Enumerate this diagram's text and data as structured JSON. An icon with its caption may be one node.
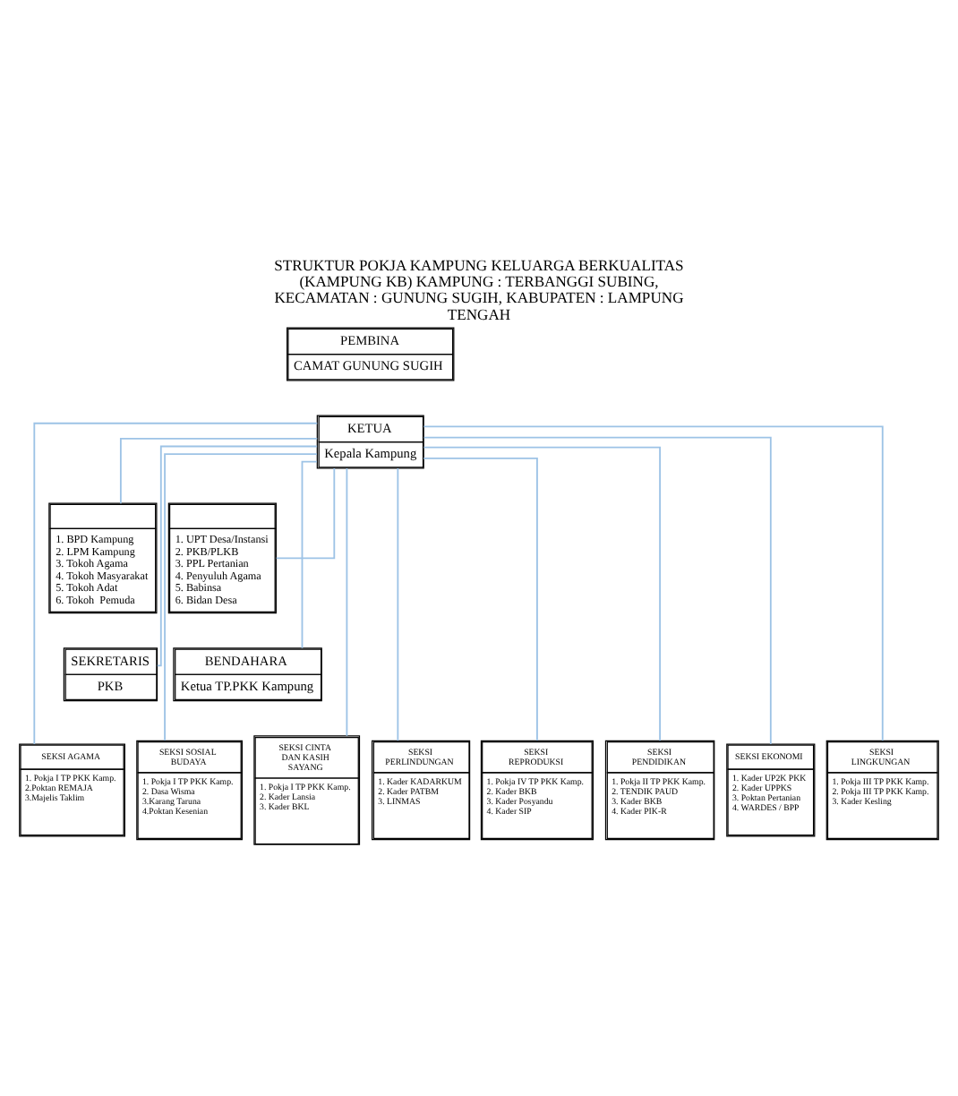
{
  "diagram": {
    "title": "STRUKTUR POKJA KAMPUNG KELUARGA BERKUALITAS (KAMPUNG KB) KAMPUNG : TERBANGGI SUBING, KECAMATAN : GUNUNG SUGIH, KABUPATEN : LAMPUNG TENGAH",
    "nodes": [
      {
        "text": [
          "PEMBINA",
          "CAMAT GUNUNG SUGIH"
        ]
      },
      {
        "text": [
          "KETUA",
          "Kepala Kampung"
        ]
      },
      {
        "text": [
          "1. BPD Kampung",
          "2. LPM Kampung",
          "3. Tokoh Agama",
          "4. Tokoh Masyarakat",
          "5. Tokoh Adat",
          "6. Tokoh  Pemuda"
        ]
      },
      {
        "text": [
          "1. UPT Desa/Instansi",
          "2. PKB/PLKB",
          "3. PPL Pertanian",
          "4. Penyuluh Agama",
          "5. Babinsa",
          "6. Bidan Desa"
        ]
      },
      {
        "text": [
          "SEKRETARIS",
          "PKB"
        ]
      },
      {
        "text": [
          "BENDAHARA",
          "Ketua TP.PKK Kampung"
        ]
      },
      {
        "text": [
          "SEKSI AGAMA",
          "1. Pokja I TP PKK Kamp.",
          "2.Poktan REMAJA",
          "3.Majelis Taklim"
        ]
      },
      {
        "text": [
          "SEKSI SOSIAL BUDAYA",
          "1. Pokja I TP PKK Kamp.",
          "2. Dasa Wisma",
          "3.Karang Taruna",
          "4.Poktan Kesenian"
        ]
      },
      {
        "text": [
          "SEKSI CINTA DAN KASIH SAYANG",
          "1. Pokja I TP PKK Kamp.",
          "2. Kader Lansia",
          "3. Kader BKL"
        ]
      },
      {
        "text": [
          "SEKSI PERLINDUNGAN",
          "1. Kader KADARKUM",
          "2. Kader PATBM",
          "3. LINMAS"
        ]
      },
      {
        "text": [
          "SEKSI REPRODUKSI",
          "1. Pokja IV TP PKK Kamp.",
          "2. Kader BKB",
          "3. Kader Posyandu",
          "4. Kader SIP"
        ]
      },
      {
        "text": [
          "SEKSI PENDIDIKAN",
          "1. Pokja II TP PKK Kamp.",
          "2. TENDIK PAUD",
          "3. Kader BKB",
          "4. Kader PIK-R"
        ]
      },
      {
        "text": [
          "SEKSI EKONOMI",
          "1. Kader UP2K PKK",
          "2. Kader UPPKS",
          "3. Poktan Pertanian",
          "4. WARDES / BPP"
        ]
      },
      {
        "text": [
          "SEKSI LINGKUNGAN",
          "1. Pokja III TP PKK Kamp.",
          "2. Pokja III TP PKK Kamp.",
          "3. Kader Kesling"
        ]
      }
    ],
    "edges": [
      {
        "from": 1,
        "to": 2,
        "arrow": "none"
      },
      {
        "from": 1,
        "to": 3,
        "arrow": "none"
      },
      {
        "from": 1,
        "to": 4,
        "arrow": "none"
      },
      {
        "from": 1,
        "to": 5,
        "arrow": "none"
      },
      {
        "from": 1,
        "to": 6,
        "arrow": "none"
      },
      {
        "from": 1,
        "to": 7,
        "arrow": "none"
      },
      {
        "from": 1,
        "to": 8,
        "arrow": "none"
      },
      {
        "from": 1,
        "to": 9,
        "arrow": "none"
      },
      {
        "from": 1,
        "to": 10,
        "arrow": "none"
      },
      {
        "from": 1,
        "to": 11,
        "arrow": "none"
      },
      {
        "from": 1,
        "to": 12,
        "arrow": "none"
      },
      {
        "from": 1,
        "to": 13,
        "arrow": "none"
      }
    ]
  }
}
